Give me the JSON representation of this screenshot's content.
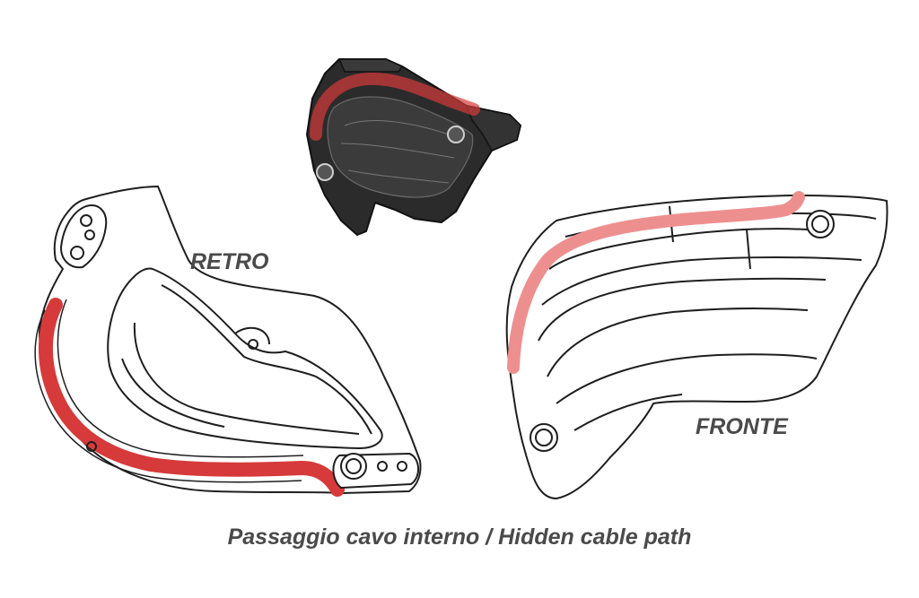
{
  "labels": {
    "retro": "RETRO",
    "fronte": "FRONTE",
    "caption": "Passaggio cavo interno / Hidden cable path"
  },
  "colors": {
    "cable_path": "#d63a3a",
    "cable_path_light": "#ee8f8f",
    "outline": "#1e1e1e",
    "solid_part": "#2b2b2b",
    "text": "#4a4a4a"
  }
}
